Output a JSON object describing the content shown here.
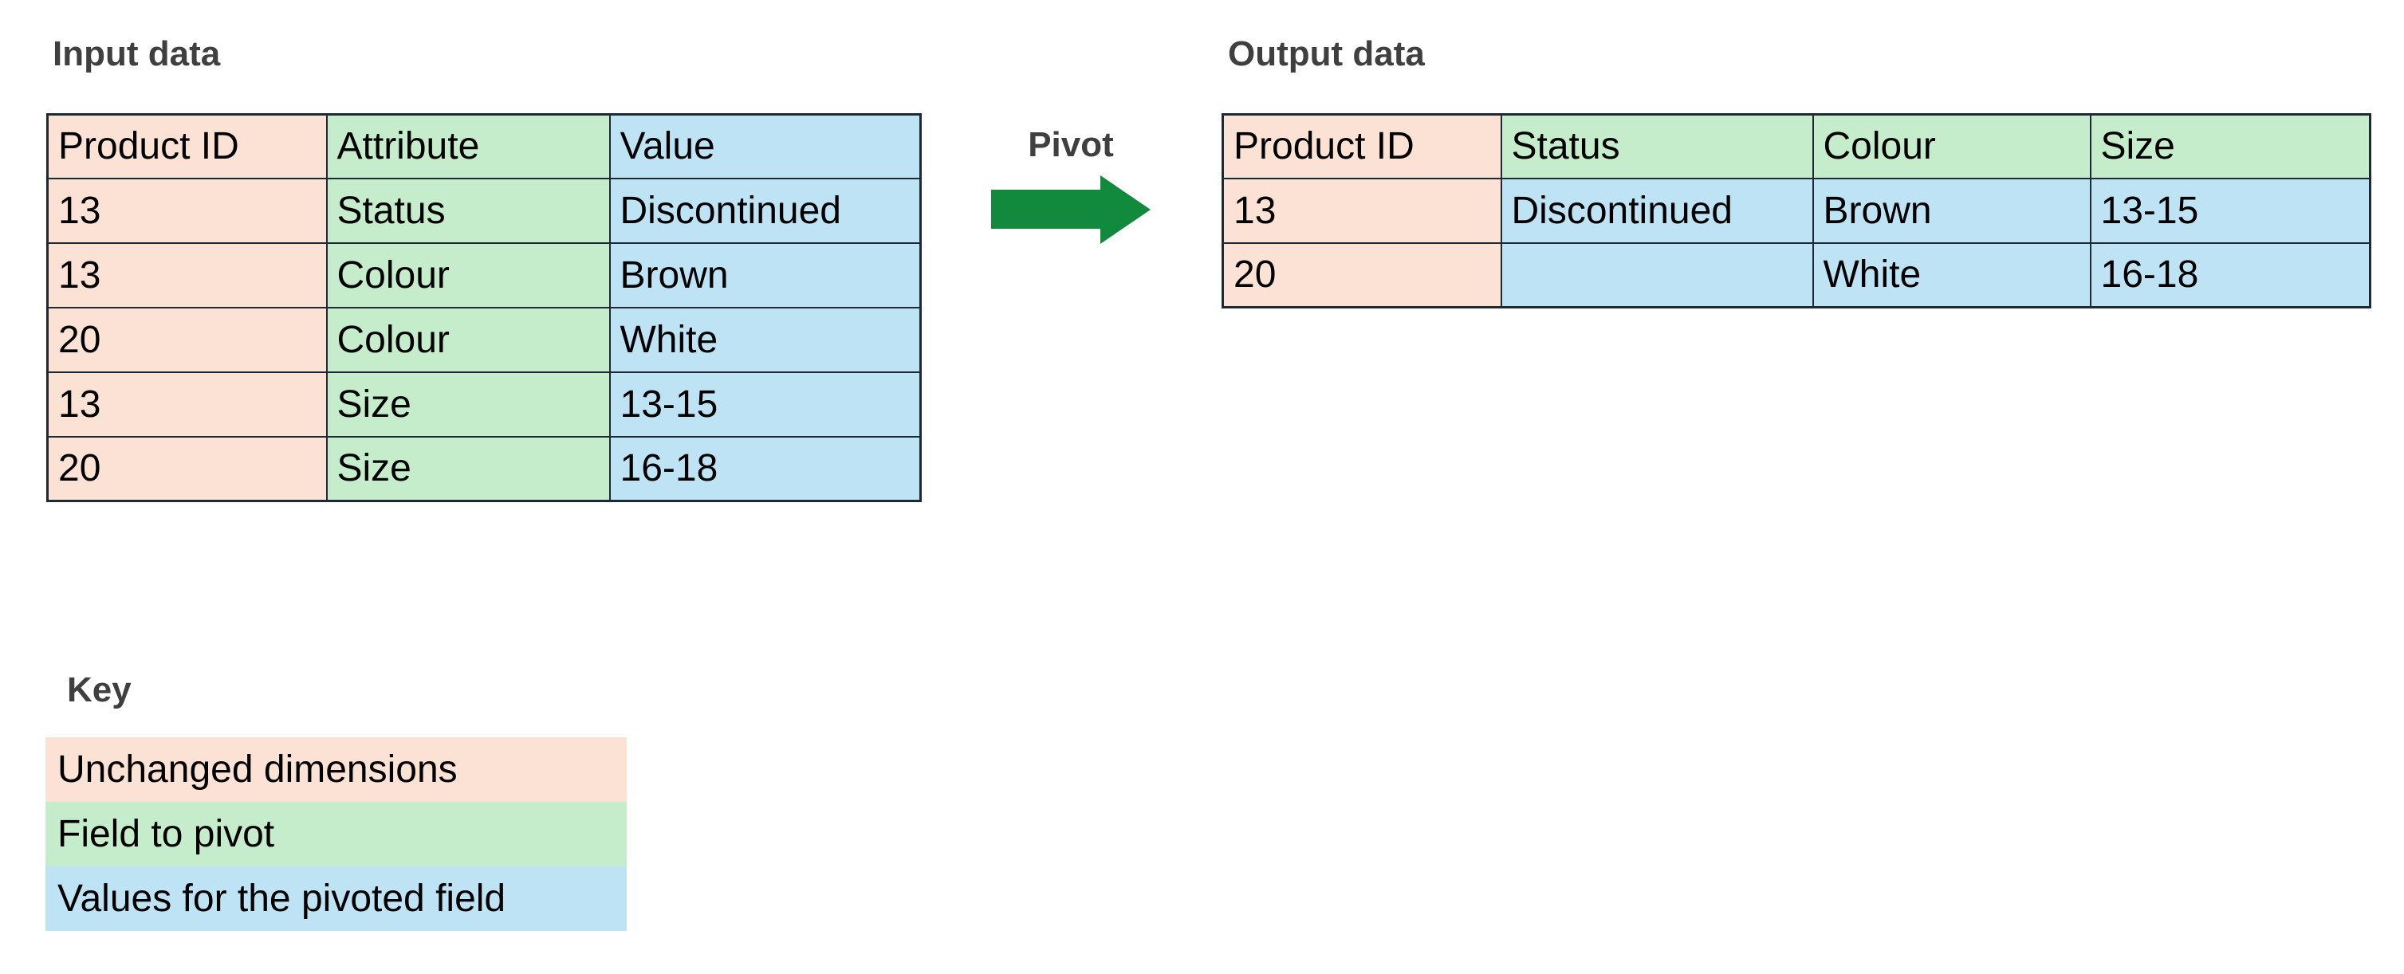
{
  "titles": {
    "input": "Input data",
    "output": "Output data",
    "pivot": "Pivot",
    "key": "Key"
  },
  "colors": {
    "unchanged_dimensions": "#fbe2d5",
    "field_to_pivot": "#c5edcb",
    "pivoted_values": "#bee3f4",
    "arrow_green": "#128a3d",
    "title_text": "#3f3f3f",
    "table_border": "#1f2933",
    "cell_text": "#000000"
  },
  "input_table": {
    "headers": [
      {
        "label": "Product ID",
        "role": "unchanged_dimensions"
      },
      {
        "label": "Attribute",
        "role": "field_to_pivot"
      },
      {
        "label": "Value",
        "role": "pivoted_values"
      }
    ],
    "rows": [
      [
        "13",
        "Status",
        "Discontinued"
      ],
      [
        "13",
        "Colour",
        "Brown"
      ],
      [
        "20",
        "Colour",
        "White"
      ],
      [
        "13",
        "Size",
        "13-15"
      ],
      [
        "20",
        "Size",
        "16-18"
      ]
    ]
  },
  "output_table": {
    "headers": [
      {
        "label": "Product ID",
        "role": "unchanged_dimensions"
      },
      {
        "label": "Status",
        "role": "field_to_pivot"
      },
      {
        "label": "Colour",
        "role": "field_to_pivot"
      },
      {
        "label": "Size",
        "role": "field_to_pivot"
      }
    ],
    "rows": [
      [
        "13",
        "Discontinued",
        "Brown",
        "13-15"
      ],
      [
        "20",
        "",
        "White",
        "16-18"
      ]
    ]
  },
  "key": {
    "title": "Key",
    "items": [
      {
        "label": "Unchanged dimensions",
        "role": "unchanged_dimensions"
      },
      {
        "label": "Field to pivot",
        "role": "field_to_pivot"
      },
      {
        "label": "Values for the pivoted field",
        "role": "pivoted_values"
      }
    ]
  }
}
